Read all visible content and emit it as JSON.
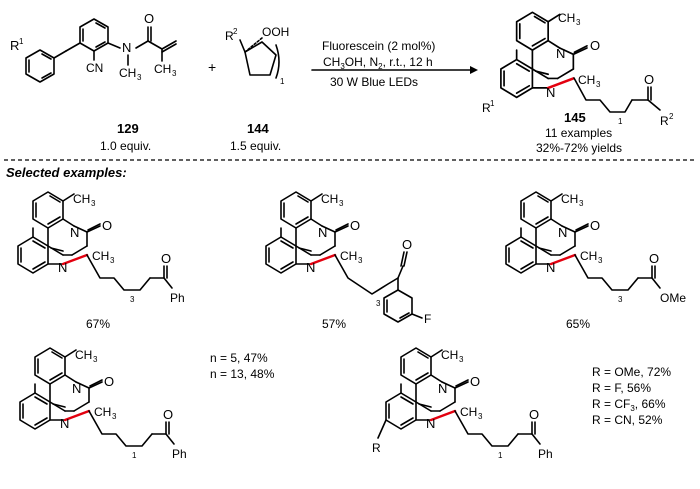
{
  "reaction": {
    "reactant1": {
      "id": "129",
      "equiv": "1.0 equiv.",
      "r_label": "R",
      "r_sup": "1",
      "cn": "CN",
      "n_label": "N",
      "me": "CH",
      "me_sub": "3",
      "o": "O"
    },
    "plus": "+",
    "reactant2": {
      "id": "144",
      "equiv": "1.5 equiv.",
      "r_label": "R",
      "r_sup": "2",
      "ooh": "OOH",
      "index": "1"
    },
    "conditions": {
      "line1": "Fluorescein (2 mol%)",
      "line2_a": "CH",
      "line2_b": "3",
      "line2_c": "OH, N",
      "line2_d": "2",
      "line2_e": ", r.t., 12 h",
      "line3": "30 W Blue LEDs"
    },
    "product": {
      "id": "145",
      "examples": "11 examples",
      "yields": "32%-72% yields",
      "r1": "R",
      "r1_sup": "1",
      "r2": "R",
      "r2_sup": "2",
      "index": "1"
    }
  },
  "section_title": "Selected examples:",
  "atoms": {
    "N": "N",
    "O": "O",
    "CH": "CH",
    "three": "3",
    "Ph": "Ph",
    "F": "F",
    "OMe": "OMe",
    "R": "R",
    "one": "1"
  },
  "examples": [
    {
      "yield": "67%"
    },
    {
      "yield": "57%"
    },
    {
      "yield": "65%"
    },
    {
      "notes": [
        "n = 5, 47%",
        "n = 13, 48%"
      ]
    },
    {
      "notes": [
        "R = OMe, 72%",
        "R = F, 56%",
        "R = CF",
        "R = CN, 52%"
      ],
      "cf3_sub": "3",
      "cf3_tail": ", 66%"
    }
  ]
}
